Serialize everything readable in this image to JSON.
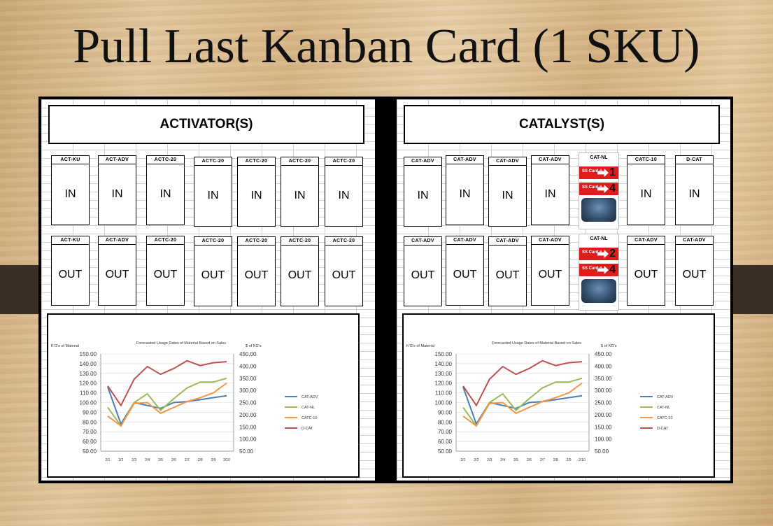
{
  "slide": {
    "title": "Pull Last Kanban Card (1 SKU)"
  },
  "left_panel": {
    "header": "ACTIVATOR(S)",
    "in_cards": [
      {
        "label": "ACT-KU",
        "status": "IN"
      },
      {
        "label": "ACT-ADV",
        "status": "IN"
      },
      {
        "label": "ACTC-20",
        "status": "IN"
      },
      {
        "label": "ACTC-20",
        "status": "IN"
      },
      {
        "label": "ACTC-20",
        "status": "IN"
      },
      {
        "label": "ACTC-20",
        "status": "IN"
      },
      {
        "label": "ACTC-20",
        "status": "IN"
      }
    ],
    "out_cards": [
      {
        "label": "ACT-KU",
        "status": "OUT"
      },
      {
        "label": "ACT-ADV",
        "status": "OUT"
      },
      {
        "label": "ACTC-20",
        "status": "OUT"
      },
      {
        "label": "ACTC-20",
        "status": "OUT"
      },
      {
        "label": "ACTC-20",
        "status": "OUT"
      },
      {
        "label": "ACTC-20",
        "status": "OUT"
      },
      {
        "label": "ACTC-20",
        "status": "OUT"
      }
    ]
  },
  "right_panel": {
    "header": "CATALYST(S)",
    "in_cards": [
      {
        "label": "CAT-ADV",
        "status": "IN"
      },
      {
        "label": "CAT-ADV",
        "status": "IN"
      },
      {
        "label": "CAT-ADV",
        "status": "IN"
      },
      {
        "label": "CAT-ADV",
        "status": "IN"
      },
      {
        "label": "CATC-10",
        "status": "IN"
      },
      {
        "label": "D-CAT",
        "status": "IN"
      }
    ],
    "out_cards": [
      {
        "label": "CAT-ADV",
        "status": "OUT"
      },
      {
        "label": "CAT-ADV",
        "status": "OUT"
      },
      {
        "label": "CAT-ADV",
        "status": "OUT"
      },
      {
        "label": "CAT-ADV",
        "status": "OUT"
      },
      {
        "label": "CAT-ADV",
        "status": "OUT"
      },
      {
        "label": "CAT-ADV",
        "status": "OUT"
      }
    ],
    "special_in": {
      "label": "CAT-NL",
      "rows": [
        {
          "text": "SS Card #",
          "num": "1"
        },
        {
          "text": "SS Card #",
          "num": "4"
        }
      ]
    },
    "special_out": {
      "label": "CAT-NL",
      "rows": [
        {
          "text": "SS Card #",
          "num": "2"
        },
        {
          "text": "SS Card #",
          "num": "4"
        }
      ]
    }
  },
  "chart_data": [
    {
      "type": "line",
      "title": "Forecasted Usage Rates of Material Based on Sales",
      "ylabel": "K'G's of Material",
      "y2label": "$ of KG's",
      "categories": [
        "2/1",
        "2/2",
        "2/3",
        "2/4",
        "2/5",
        "2/6",
        "2/7",
        "2/8",
        "2/9",
        "2/10"
      ],
      "ylim": [
        50,
        150
      ],
      "y_ticks": [
        "150.00",
        "140.00",
        "130.00",
        "120.00",
        "110.00",
        "100.00",
        "90.00",
        "80.00",
        "70.00",
        "60.00",
        "50.00"
      ],
      "y2lim": [
        50,
        450
      ],
      "y2_ticks": [
        "450.00",
        "400.00",
        "350.00",
        "300.00",
        "250.00",
        "200.00",
        "150.00",
        "100.00",
        "50.00"
      ],
      "series": [
        {
          "name": "CAT-ADV",
          "color": "#4a7ebb",
          "values": [
            116,
            78,
            100,
            null,
            94,
            100,
            101,
            103,
            105,
            107
          ]
        },
        {
          "name": "CAT-NL",
          "color": "#9bbb59",
          "values": [
            95,
            76,
            100,
            109,
            92,
            104,
            115,
            121,
            121,
            125
          ]
        },
        {
          "name": "CATC-10",
          "color": "#f79646",
          "values": [
            86,
            76,
            99,
            100,
            89,
            95,
            101,
            105,
            110,
            120
          ]
        },
        {
          "name": "D-CAT",
          "color": "#c0504d",
          "values": [
            117,
            97,
            124,
            137,
            129,
            135,
            143,
            138,
            141,
            142
          ]
        }
      ]
    },
    {
      "type": "line",
      "title": "Forecasted Usage Rates of Material Based on Sales",
      "ylabel": "K'G's of Material",
      "y2label": "$ of KG's",
      "categories": [
        "2/1",
        "2/2",
        "2/3",
        "2/4",
        "2/5",
        "2/6",
        "2/7",
        "2/8",
        "2/9",
        "2/10"
      ],
      "ylim": [
        50,
        150
      ],
      "y_ticks": [
        "150.00",
        "140.00",
        "130.00",
        "120.00",
        "110.00",
        "100.00",
        "90.00",
        "80.00",
        "70.00",
        "60.00",
        "50.00"
      ],
      "y2lim": [
        50,
        450
      ],
      "y2_ticks": [
        "450.00",
        "400.00",
        "350.00",
        "300.00",
        "250.00",
        "200.00",
        "150.00",
        "100.00",
        "50.00"
      ],
      "series": [
        {
          "name": "CAT-ADV",
          "color": "#4a7ebb",
          "values": [
            116,
            78,
            100,
            null,
            94,
            100,
            101,
            103,
            105,
            107
          ]
        },
        {
          "name": "CAT-NL",
          "color": "#9bbb59",
          "values": [
            95,
            76,
            100,
            109,
            92,
            104,
            115,
            121,
            121,
            125
          ]
        },
        {
          "name": "CATC-10",
          "color": "#f79646",
          "values": [
            86,
            76,
            99,
            100,
            89,
            95,
            101,
            105,
            110,
            120
          ]
        },
        {
          "name": "D-CAT",
          "color": "#c0504d",
          "values": [
            117,
            97,
            124,
            137,
            129,
            135,
            143,
            138,
            141,
            142
          ]
        }
      ]
    }
  ]
}
